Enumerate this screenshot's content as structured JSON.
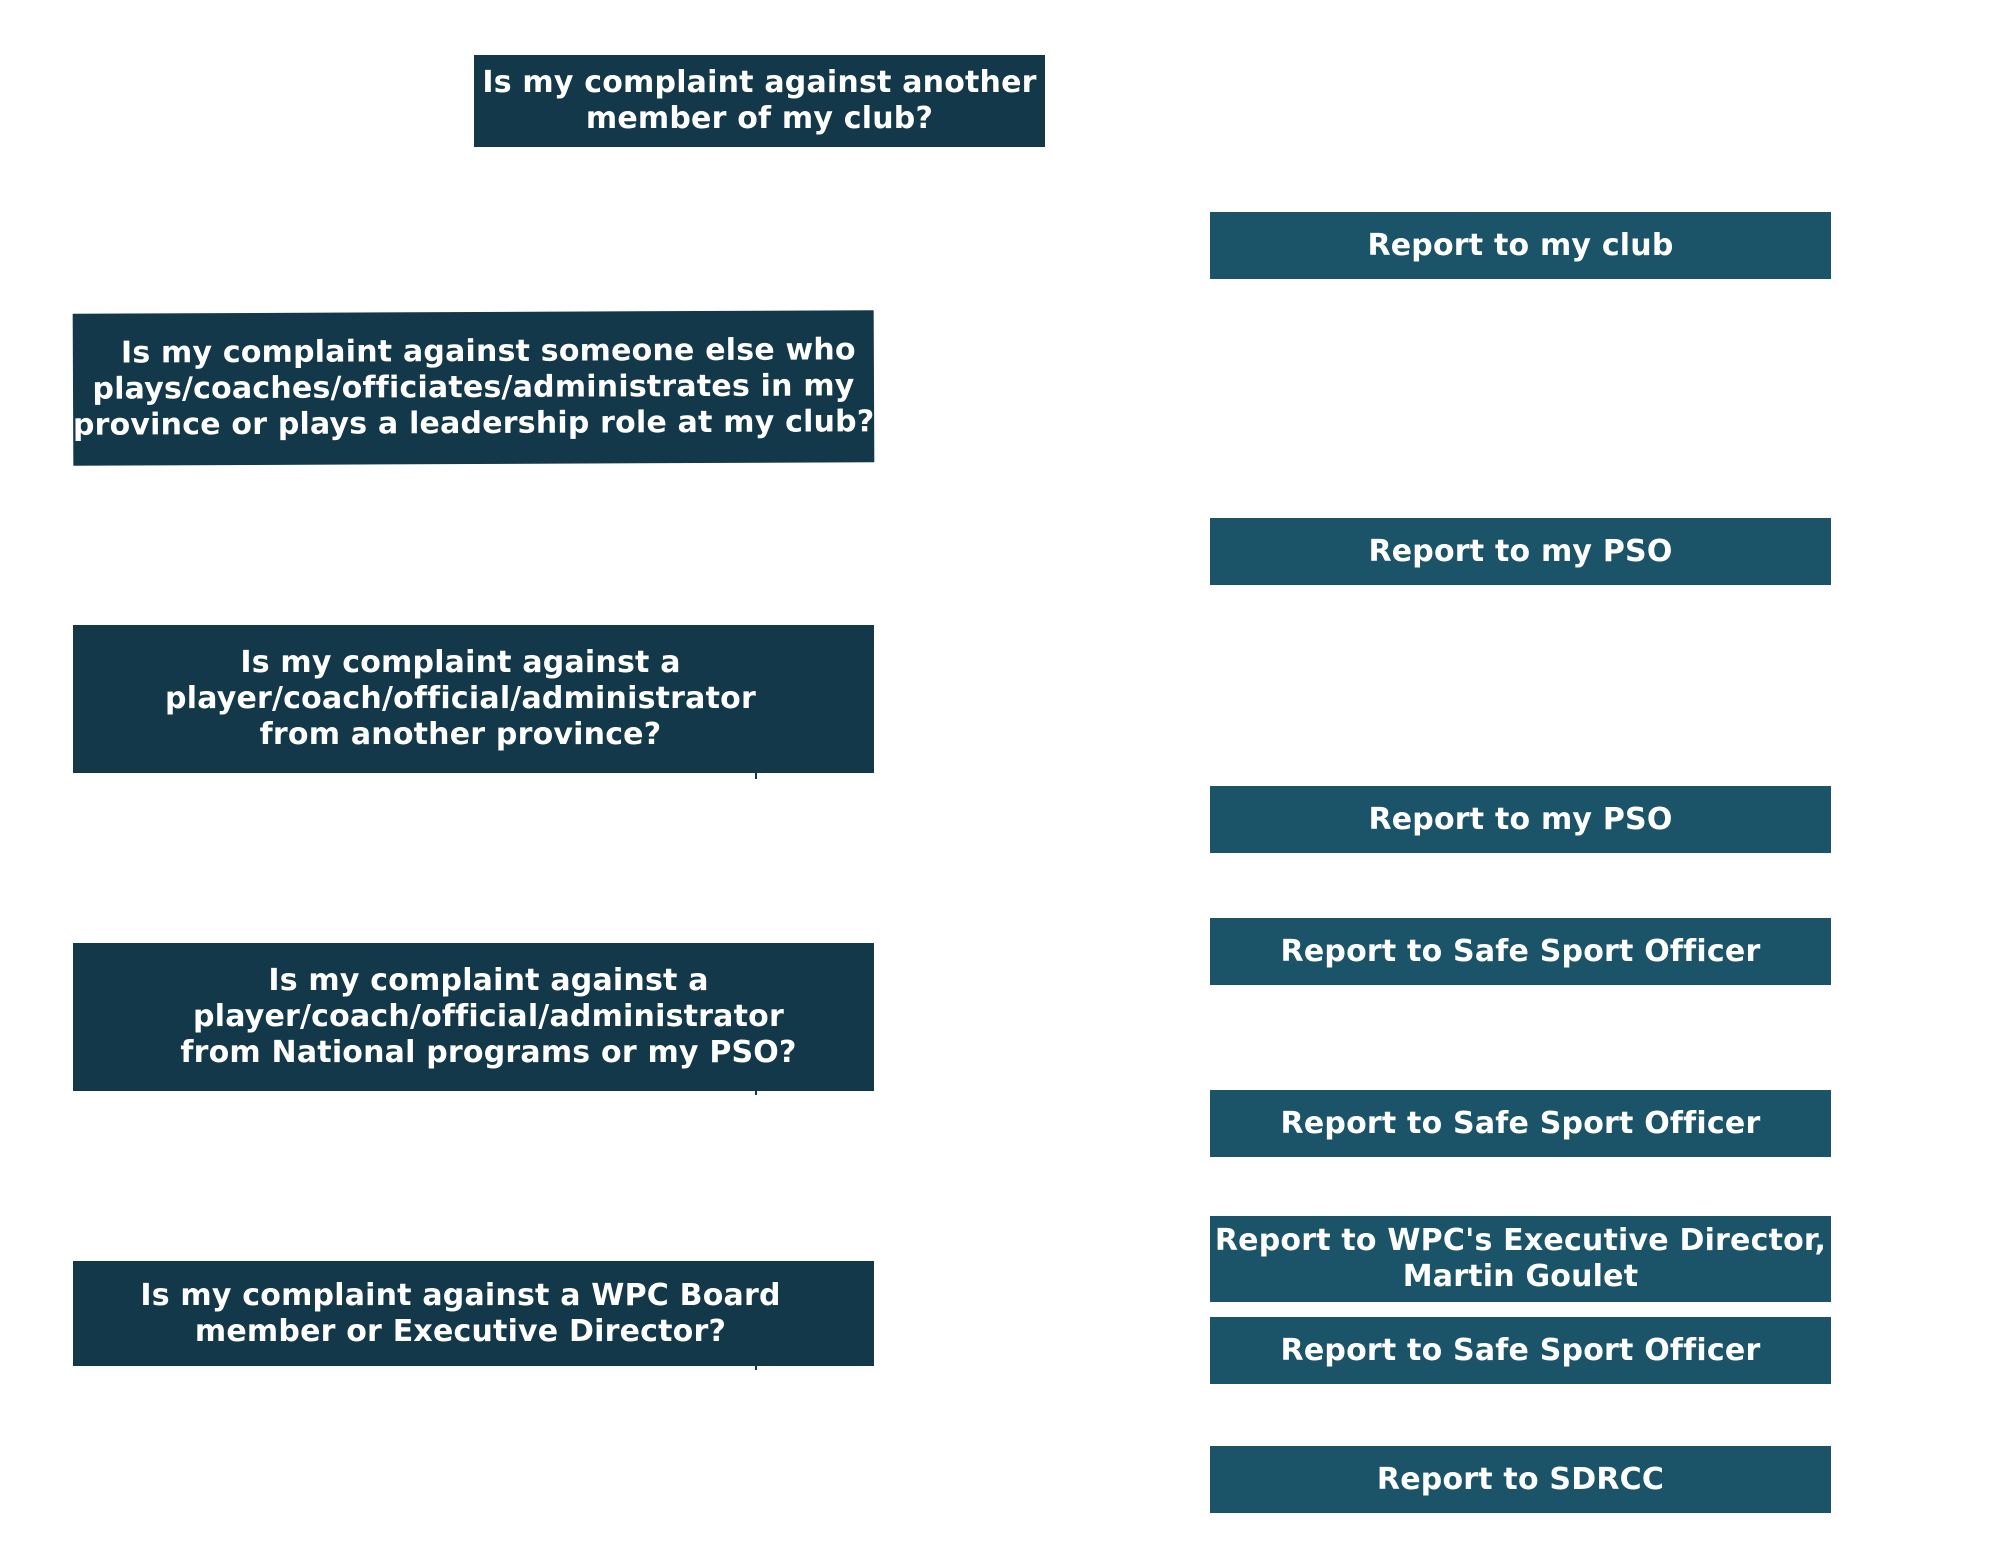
{
  "questions": [
    {
      "lines": [
        "Is my complaint against another",
        "member of my club?"
      ]
    },
    {
      "lines": [
        "Is my complaint against someone else who",
        "plays/coaches/officiates/administrates in my",
        "province or plays a leadership role at my club?"
      ]
    },
    {
      "lines": [
        "Is my complaint against a",
        "player/coach/official/administrator",
        "from another province?"
      ]
    },
    {
      "lines": [
        "Is my complaint against a",
        "player/coach/official/administrator",
        "from National programs or my PSO?"
      ]
    },
    {
      "lines": [
        "Is my complaint against a WPC Board",
        "member or Executive Director?"
      ]
    }
  ],
  "answers": [
    {
      "lines": [
        "Report to my club"
      ]
    },
    {
      "lines": [
        "Report to my PSO"
      ]
    },
    {
      "lines": [
        "Report to my PSO"
      ]
    },
    {
      "lines": [
        "Report to Safe Sport Officer"
      ]
    },
    {
      "lines": [
        "Report to Safe Sport Officer"
      ]
    },
    {
      "lines": [
        "Report to WPC's Executive Director,",
        "Martin Goulet"
      ]
    },
    {
      "lines": [
        "Report to Safe Sport Officer"
      ]
    },
    {
      "lines": [
        "Report to SDRCC"
      ]
    }
  ],
  "colors": {
    "question_fill": "#12384a",
    "answer_fill": "#1b5468",
    "text": "#ffffff",
    "background": "#ffffff"
  }
}
